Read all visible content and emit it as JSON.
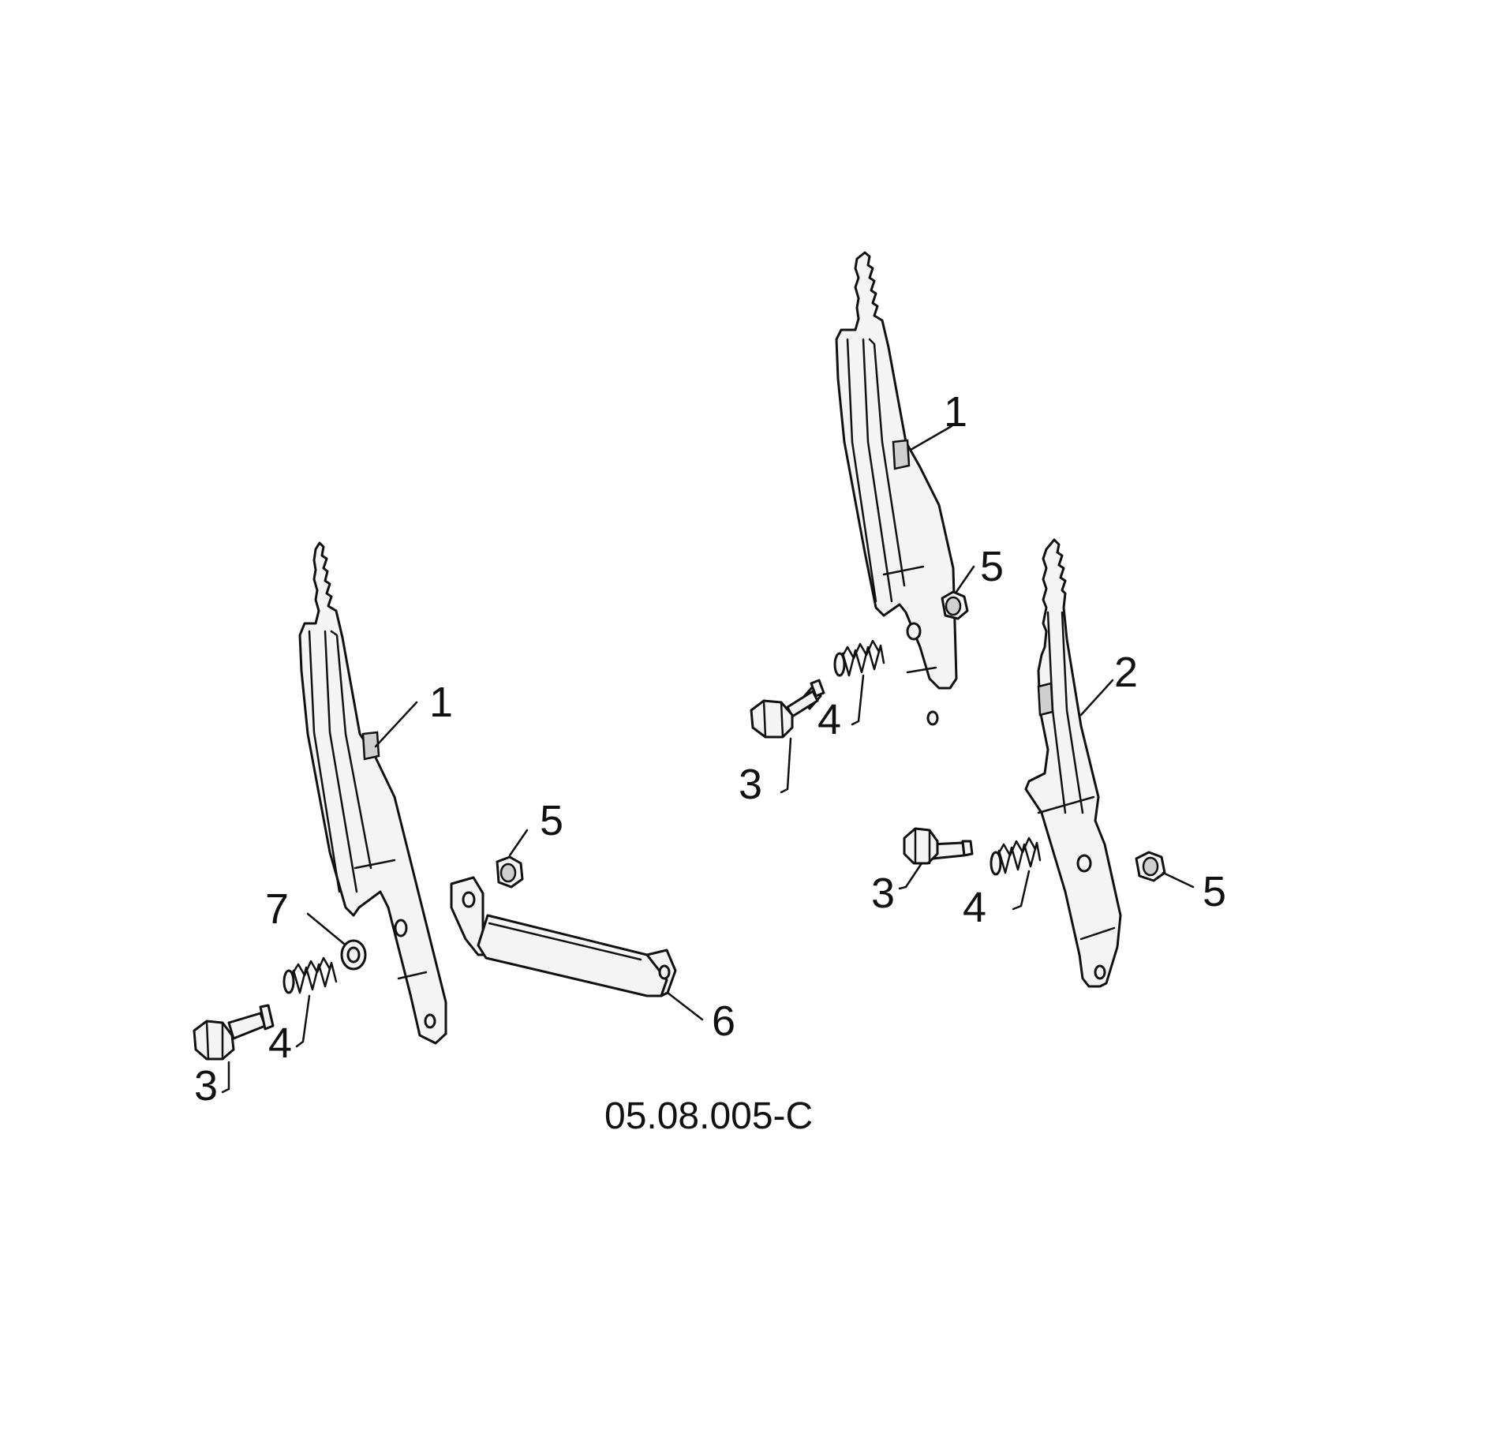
{
  "callouts": {
    "left_1": "1",
    "left_3": "3",
    "left_4": "4",
    "left_5": "5",
    "left_6": "6",
    "left_7": "7",
    "upper_1": "1",
    "upper_3": "3",
    "upper_4": "4",
    "upper_5": "5",
    "right_2": "2",
    "right_3": "3",
    "right_4": "4",
    "right_5": "5"
  },
  "drawing_code": "05.08.005-C"
}
